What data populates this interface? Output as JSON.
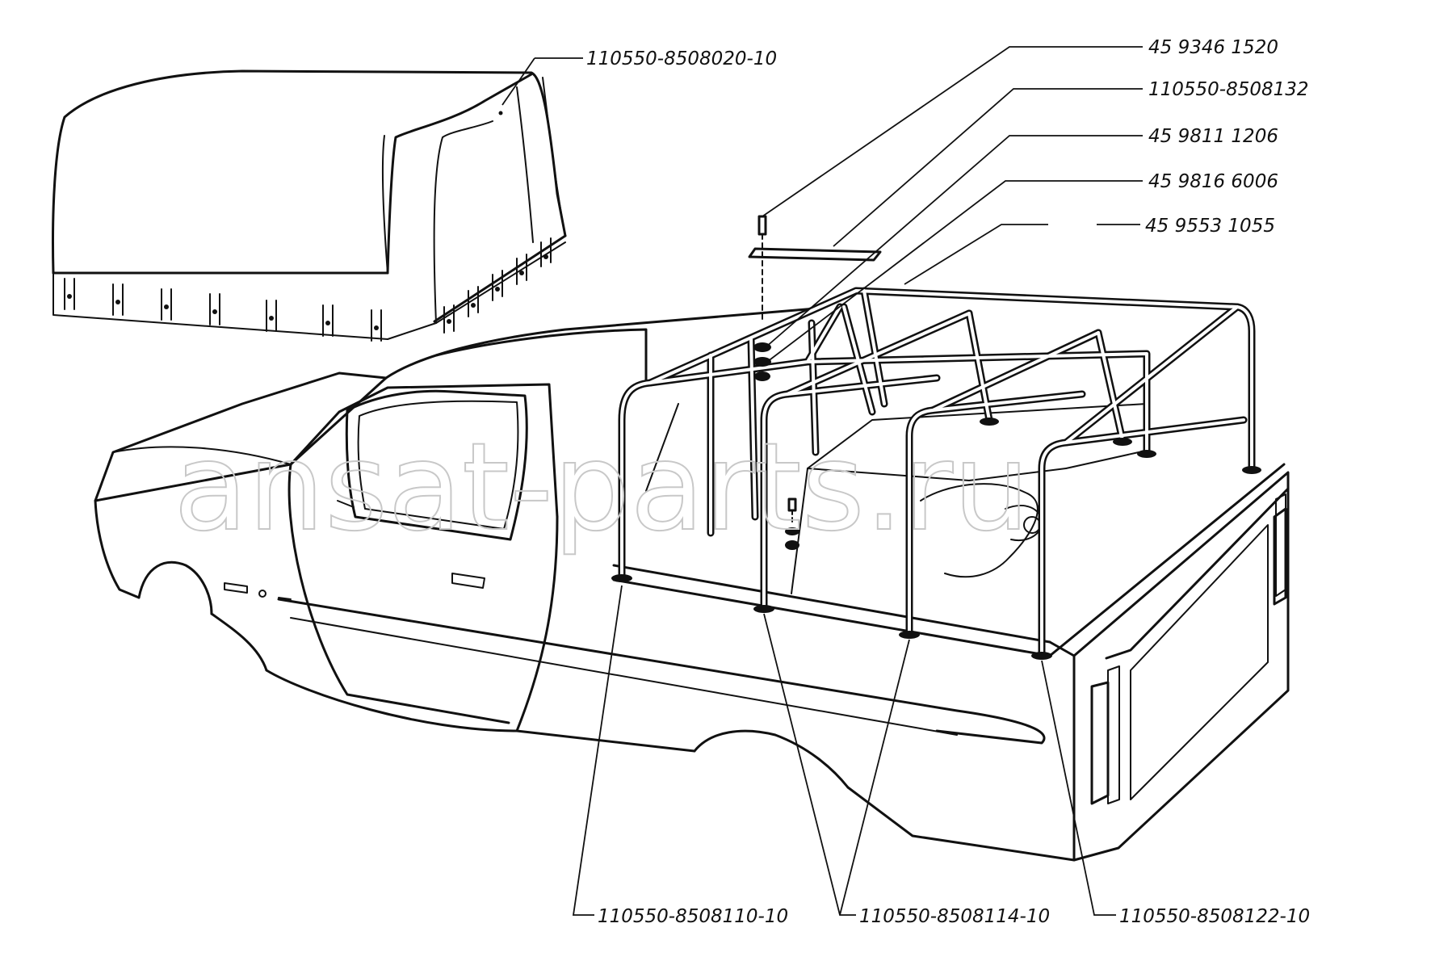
{
  "watermark": "ansat-parts.ru",
  "labels": {
    "cover": "110550-8508020-10",
    "bolt": "45 9346 1520",
    "bracket": "110550-8508132",
    "washer_a": "45 9811 1206",
    "washer_b": "45 9816 6006",
    "nut": "45 9553 1055",
    "bow_front": "110550-8508110-10",
    "bow_middle": "110550-8508114-10",
    "bow_rear": "110550-8508122-10"
  }
}
